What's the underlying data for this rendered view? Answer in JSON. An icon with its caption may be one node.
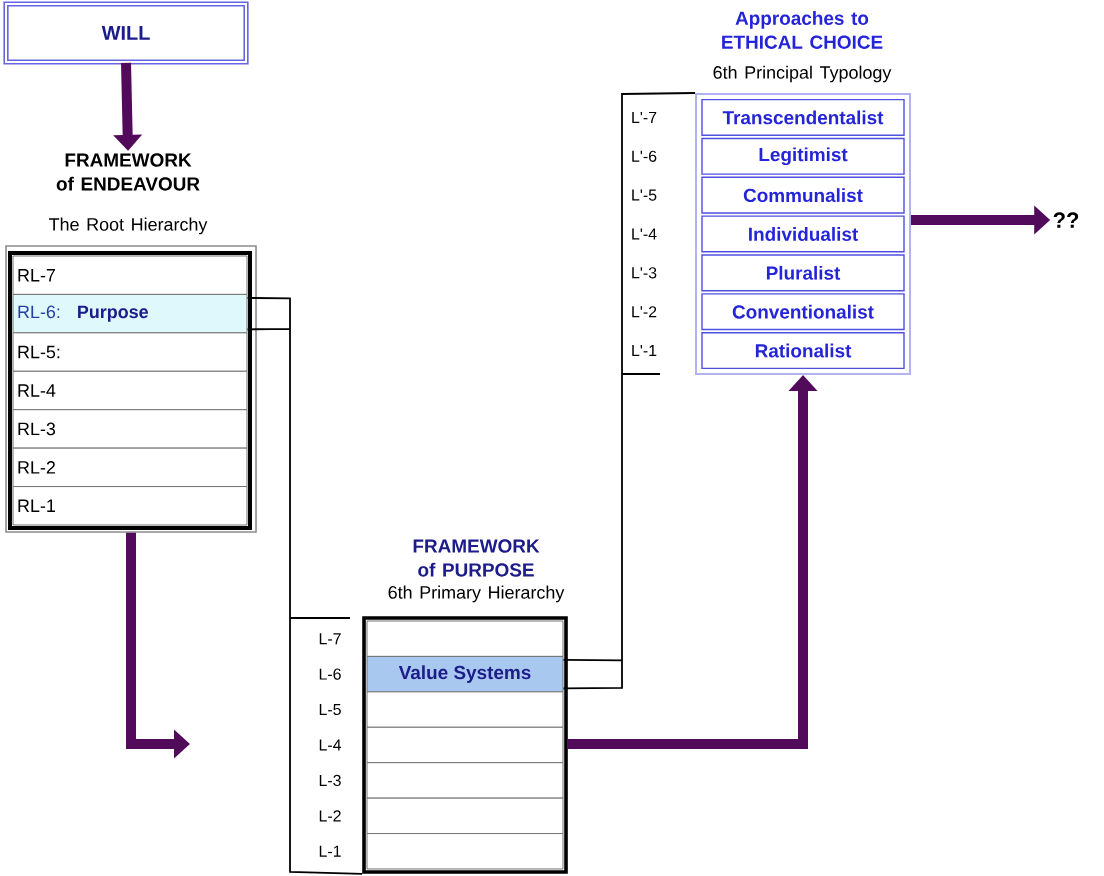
{
  "diagram": {
    "nodes": [
      {
        "text": [
          "WILL"
        ]
      },
      {
        "text": [
          "FRAMEWORK of ENDEAVOUR",
          "The Root Hierarchy"
        ]
      },
      {
        "text": [
          "RL-7"
        ],
        "in": 1
      },
      {
        "text": [
          "RL-6:",
          "Purpose"
        ],
        "in": 1
      },
      {
        "text": [
          "RL-5:"
        ],
        "in": 1
      },
      {
        "text": [
          "RL-4"
        ],
        "in": 1
      },
      {
        "text": [
          "RL-3"
        ],
        "in": 1
      },
      {
        "text": [
          "RL-2"
        ],
        "in": 1
      },
      {
        "text": [
          "RL-1"
        ],
        "in": 1
      },
      {
        "text": [
          "FRAMEWORK of PURPOSE",
          "6th Primary Hierarchy"
        ]
      },
      {
        "text": [],
        "shape": "box",
        "in": 9
      },
      {
        "text": [
          "Value Systems"
        ],
        "in": 9
      },
      {
        "text": [],
        "shape": "box",
        "in": 9
      },
      {
        "text": [],
        "shape": "box",
        "in": 9
      },
      {
        "text": [],
        "shape": "box",
        "in": 9
      },
      {
        "text": [],
        "shape": "box",
        "in": 9
      },
      {
        "text": [],
        "shape": "box",
        "in": 9
      },
      {
        "text": [
          "Approaches to ETHICAL CHOICE",
          "6th Principal Typology"
        ]
      },
      {
        "text": [
          "Transcendentalist"
        ],
        "in": 17
      },
      {
        "text": [
          "Legitimist"
        ],
        "in": 17
      },
      {
        "text": [
          "Communalist"
        ],
        "in": 17
      },
      {
        "text": [
          "Individualist"
        ],
        "in": 17
      },
      {
        "text": [
          "Pluralist"
        ],
        "in": 17
      },
      {
        "text": [
          "Conventionalist"
        ],
        "in": 17
      },
      {
        "text": [
          "Rationalist"
        ],
        "in": 17
      },
      {
        "text": [
          "??"
        ]
      }
    ],
    "edges": [
      {
        "from": 0,
        "to": 1,
        "arrow": "to"
      },
      {
        "from": 1,
        "to": null,
        "arrow": "to"
      },
      {
        "from": 3,
        "to": 9,
        "arrow": "none",
        "color": "#000000"
      },
      {
        "from": 11,
        "to": 17,
        "arrow": "none",
        "color": "#000000"
      },
      {
        "from": 9,
        "to": 17,
        "arrow": "to"
      },
      {
        "from": 17,
        "to": 25,
        "arrow": "to"
      }
    ],
    "labels": [
      "L'-7",
      "L'-6",
      "L'-5",
      "L'-4",
      "L'-3",
      "L'-2",
      "L'-1",
      "L-7",
      "L-6",
      "L-5",
      "L-4",
      "L-3",
      "L-2",
      "L-1"
    ]
  }
}
